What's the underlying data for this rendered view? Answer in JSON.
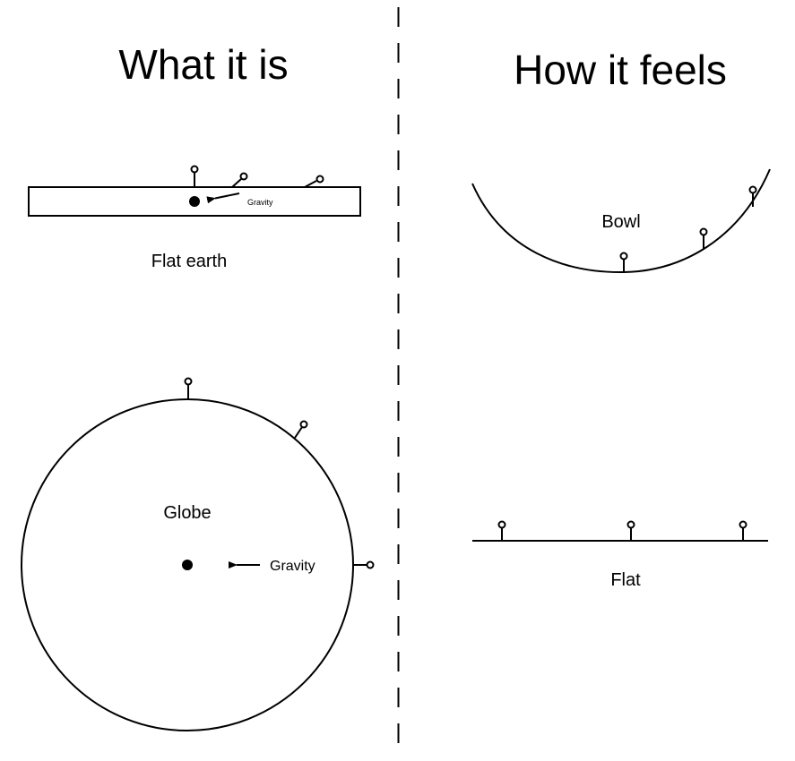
{
  "headings": {
    "left": "What it is",
    "right": "How it feels"
  },
  "flat_earth": {
    "caption": "Flat earth",
    "arrow_label": "Gravity"
  },
  "globe": {
    "label": "Globe",
    "arrow_label": "Gravity"
  },
  "bowl": {
    "label": "Bowl"
  },
  "flat": {
    "caption": "Flat"
  },
  "colors": {
    "line": "#000000",
    "background": "#ffffff"
  }
}
